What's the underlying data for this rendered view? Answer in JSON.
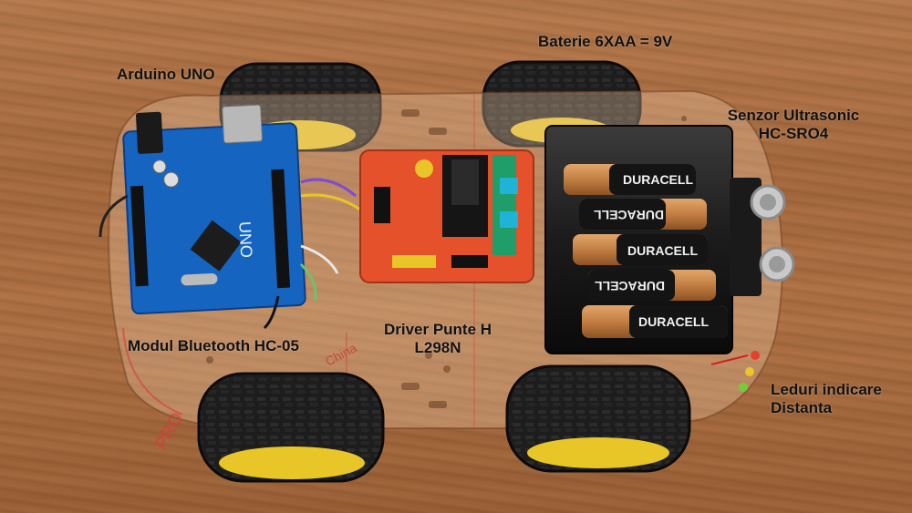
{
  "labels": {
    "arduino": "Arduino UNO",
    "battery": "Baterie 6XAA = 9V",
    "sensor_line1": "Senzor Ultrasonic",
    "sensor_line2": "HC-SRO4",
    "bluetooth": "Modul Bluetooth HC-05",
    "driver_line1": "Driver Punte H",
    "driver_line2": "L298N",
    "leds_line1": "Leduri indicare",
    "leds_line2": "Distanta"
  },
  "board_text": {
    "uno": "UNO",
    "battery_brand": "DURACELL",
    "chassis_text": "China",
    "chassis_text2": "PRO"
  },
  "colors": {
    "wood": "#a86a3e",
    "arduino_blue": "#1565c0",
    "driver_red": "#e4512a",
    "tire": "#1c1c1c",
    "hub": "#e8c628",
    "battery_copper": "#c7894b"
  }
}
